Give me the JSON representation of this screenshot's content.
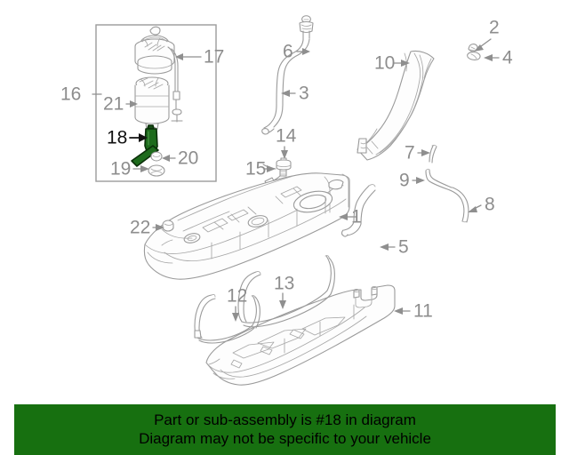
{
  "diagram": {
    "type": "automotive-parts-exploded-diagram",
    "subject": "Fuel tank and fuel pump assembly",
    "highlight_color": "#1d6b1c",
    "line_color": "#9a9a9a",
    "callout_color": "#8d8d8d",
    "highlighted_part_number": "18",
    "inset": {
      "name": "fuel-pump-module-inset",
      "label": "16",
      "callouts": [
        {
          "id": "17",
          "label": "17",
          "part": "fuel-pump-upper-housing",
          "highlighted": false
        },
        {
          "id": "21",
          "label": "21",
          "part": "fuel-filter-canister",
          "highlighted": false
        },
        {
          "id": "18",
          "label": "18",
          "part": "fuel-level-sending-unit-float-arm",
          "highlighted": true
        },
        {
          "id": "19",
          "label": "19",
          "part": "seal-ring",
          "highlighted": false
        },
        {
          "id": "20",
          "label": "20",
          "part": "grommet",
          "highlighted": false
        }
      ]
    },
    "callouts": [
      {
        "id": "1",
        "label": "1",
        "part": "fuel-tank"
      },
      {
        "id": "2",
        "label": "2",
        "part": "clamp"
      },
      {
        "id": "3",
        "label": "3",
        "part": "fuel-filler-vent-tube"
      },
      {
        "id": "4",
        "label": "4",
        "part": "clip"
      },
      {
        "id": "5",
        "label": "5",
        "part": "filler-hose"
      },
      {
        "id": "6",
        "label": "6",
        "part": "vent-valve"
      },
      {
        "id": "7",
        "label": "7",
        "part": "vapor-line-upper"
      },
      {
        "id": "8",
        "label": "8",
        "part": "vapor-line-lower"
      },
      {
        "id": "9",
        "label": "9",
        "part": "vapor-line-connector"
      },
      {
        "id": "10",
        "label": "10",
        "part": "filler-neck-shield"
      },
      {
        "id": "11",
        "label": "11",
        "part": "fuel-tank-skid-plate"
      },
      {
        "id": "12",
        "label": "12",
        "part": "tank-strap-front"
      },
      {
        "id": "13",
        "label": "13",
        "part": "tank-strap-rear"
      },
      {
        "id": "14",
        "label": "14",
        "part": "rollover-valve"
      },
      {
        "id": "15",
        "label": "15",
        "part": "valve-bracket"
      },
      {
        "id": "16",
        "label": "16",
        "part": "fuel-pump-module-assembly"
      },
      {
        "id": "22",
        "label": "22",
        "part": "drain-plug"
      }
    ]
  },
  "banner": {
    "background_color": "#177010",
    "text_color": "#000000",
    "line1": "Part or sub-assembly is #18 in diagram",
    "line2": "Diagram may not be specific to your vehicle"
  }
}
